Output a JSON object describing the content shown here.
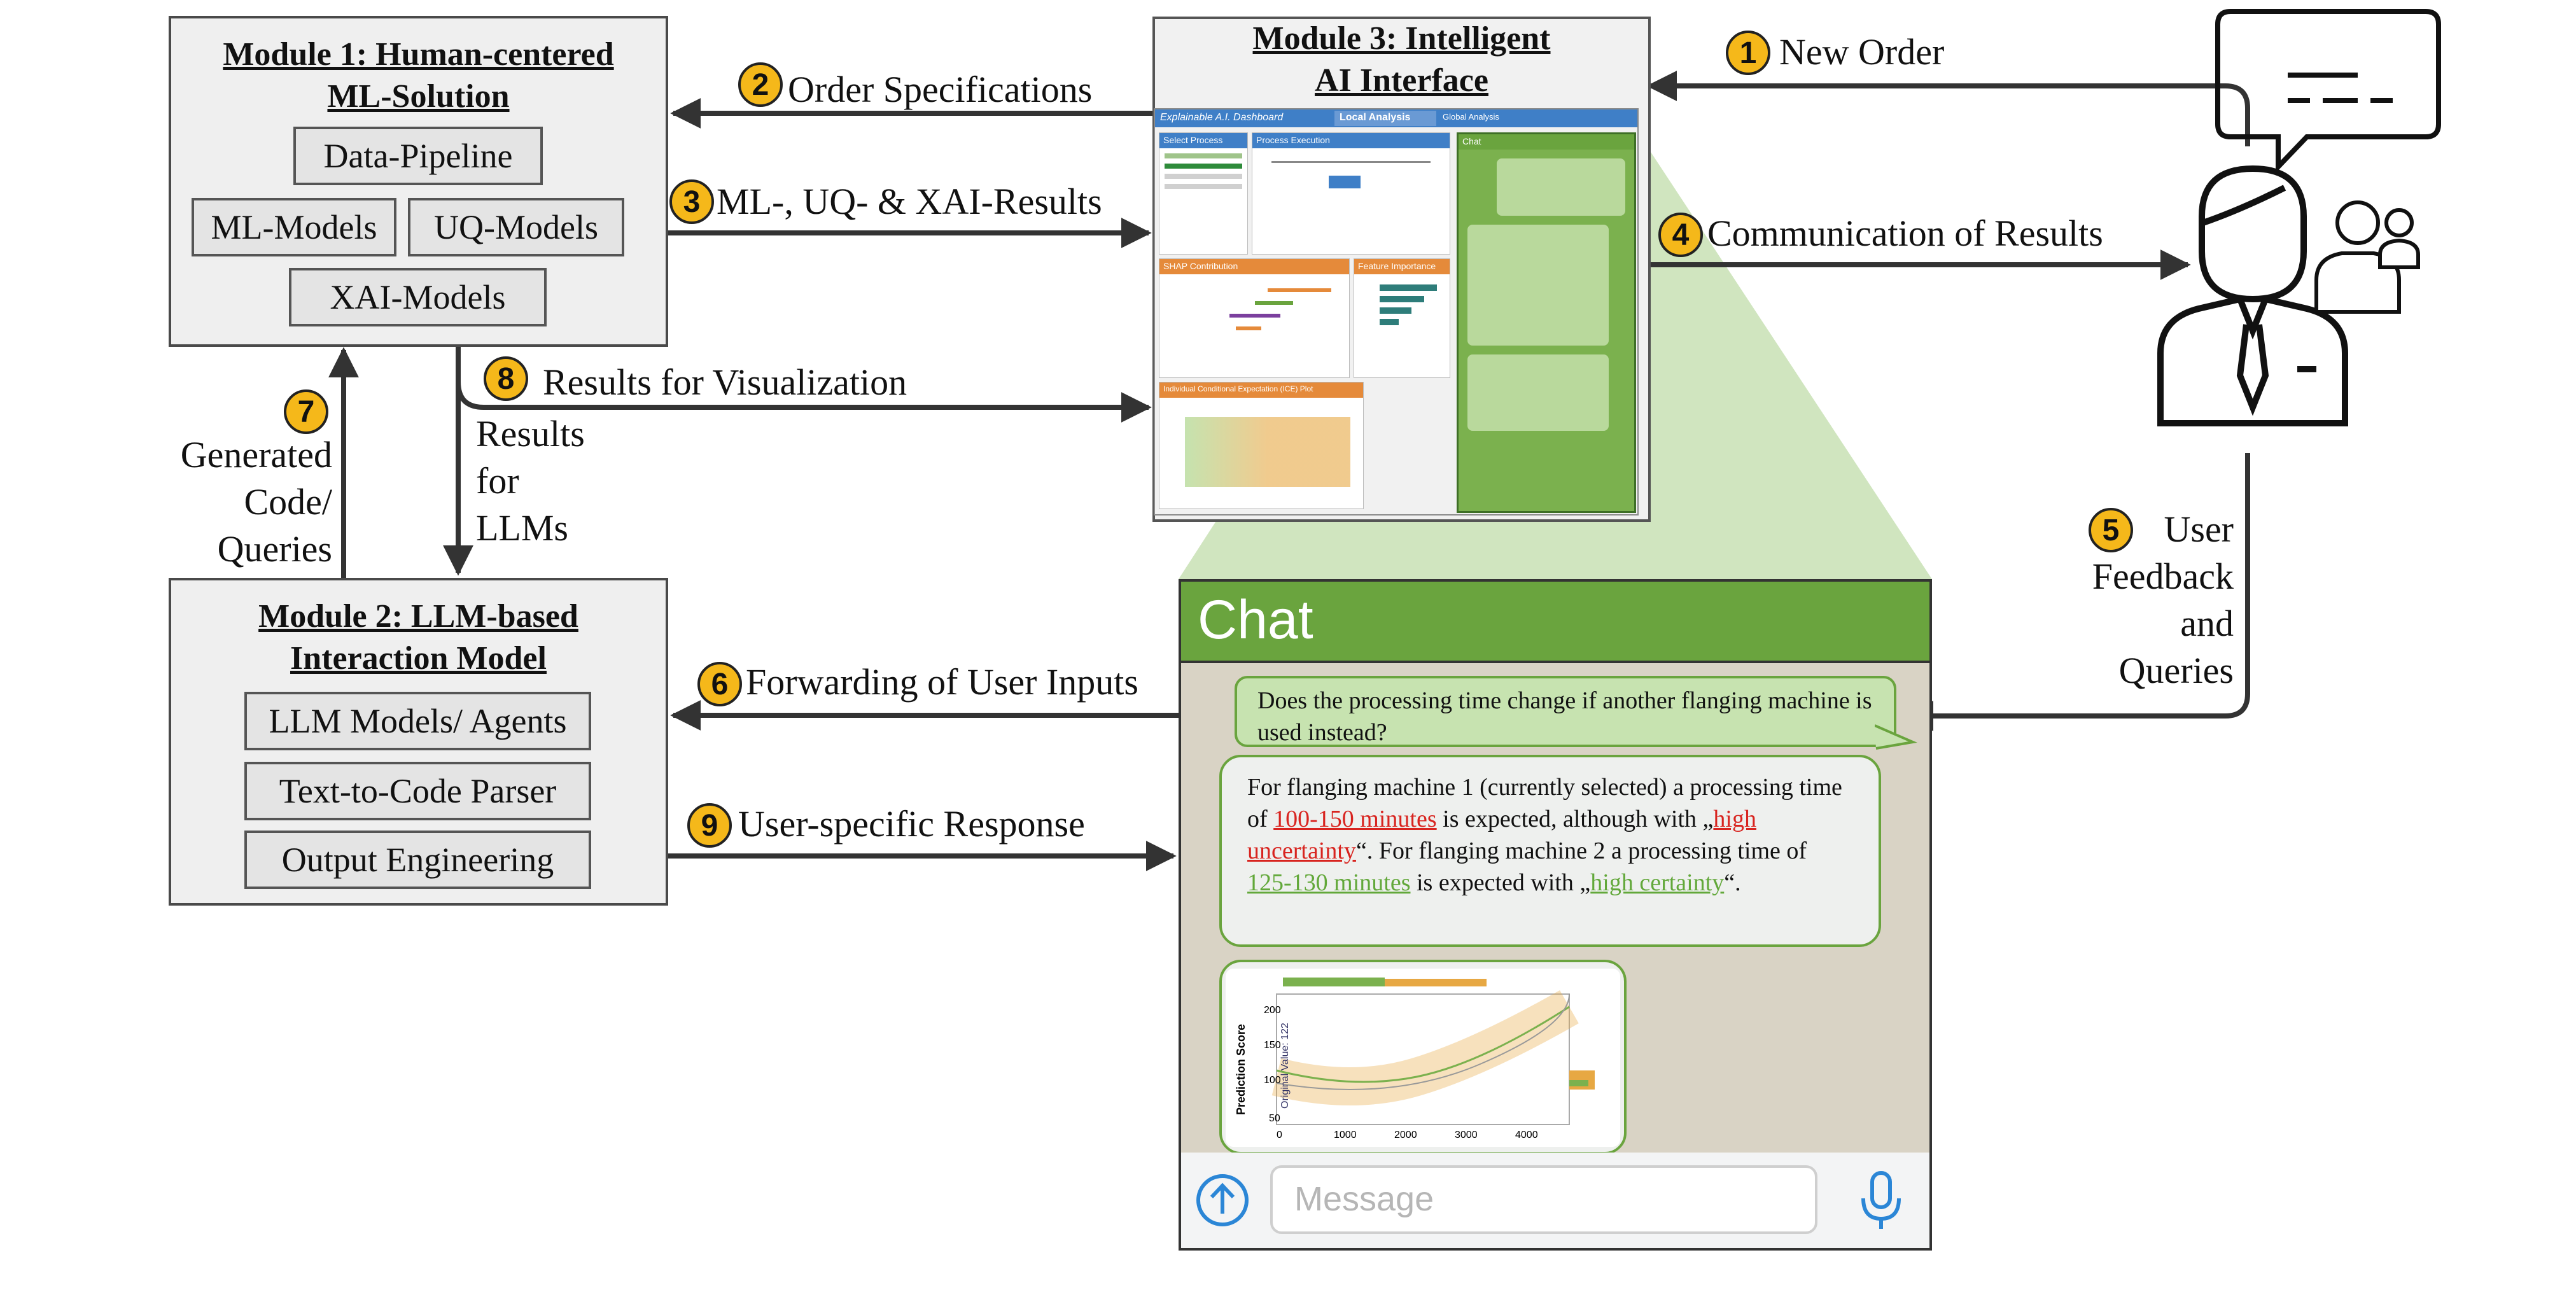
{
  "module1": {
    "title_line1": "Module 1: Human-centered",
    "title_line2": "ML-Solution",
    "data_pipeline": "Data-Pipeline",
    "ml_models": "ML-Models",
    "uq_models": "UQ-Models",
    "xai_models": "XAI-Models"
  },
  "module2": {
    "title_line1": "Module 2: LLM-based",
    "title_line2": "Interaction Model",
    "llm_models": "LLM Models/ Agents",
    "parser": "Text-to-Code Parser",
    "output": "Output Engineering"
  },
  "module3": {
    "title_line1": "Module 3: Intelligent",
    "title_line2": "AI Interface",
    "dashboard_tabs": [
      "Explainable A.I. Dashboard",
      "Local Analysis",
      "Global Analysis"
    ],
    "panels": {
      "select_process": "Select Process",
      "process_execution": "Process Execution",
      "chat": "Chat",
      "shap": "SHAP Contribution",
      "feature_importance": "Feature Importance",
      "ice": "Individual Conditional Expectation (ICE) Plot"
    }
  },
  "flows": {
    "f1": {
      "num": "1",
      "label": "New Order"
    },
    "f2": {
      "num": "2",
      "label": "Order Specifications"
    },
    "f3": {
      "num": "3",
      "label": "ML-, UQ- & XAI-Results"
    },
    "f4": {
      "num": "4",
      "label": "Communication of Results"
    },
    "f5": {
      "num": "5",
      "lines": [
        "User",
        "Feedback",
        "and",
        "Queries"
      ]
    },
    "f6": {
      "num": "6",
      "label": "Forwarding of User Inputs"
    },
    "f7": {
      "num": "7",
      "lines": [
        "Generated",
        "Code/",
        "Queries"
      ]
    },
    "f8": {
      "num": "8",
      "label": "Results for Visualization"
    },
    "f8b": {
      "lines": [
        "Results",
        "for",
        "LLMs"
      ]
    },
    "f9": {
      "num": "9",
      "label": "User-specific Response"
    }
  },
  "chat": {
    "header": "Chat",
    "user_msg": "Does the processing time change if another flanging machine is used instead?",
    "reply": {
      "p1": "For flanging machine 1 (currently selected) a processing time of ",
      "v1": "100-150 minutes",
      "p2": " is expected, although with „",
      "c1": "high uncertainty",
      "p3": "“. For flanging machine 2 a processing time of ",
      "v2": "125-130 minutes",
      "p4": " is expected with „",
      "c2": "high certainty",
      "p5": "“."
    },
    "plot": {
      "ylabel": "Prediction Score",
      "annotation": "Original Value: 122",
      "yticks": [
        "200",
        "150",
        "100",
        "50"
      ],
      "xticks": [
        "0",
        "1000",
        "2000",
        "3000",
        "4000"
      ]
    },
    "placeholder": "Message"
  },
  "icons": {
    "upload": "upload-arrow-icon",
    "mic": "microphone-icon",
    "user": "businessman-icon",
    "speech": "speech-bubble-icon"
  },
  "colors": {
    "chat_green": "#6aa43e",
    "badge_yellow": "#f5b81a",
    "dash_blue": "#3f7fc7",
    "dash_orange": "#e58a3a"
  }
}
